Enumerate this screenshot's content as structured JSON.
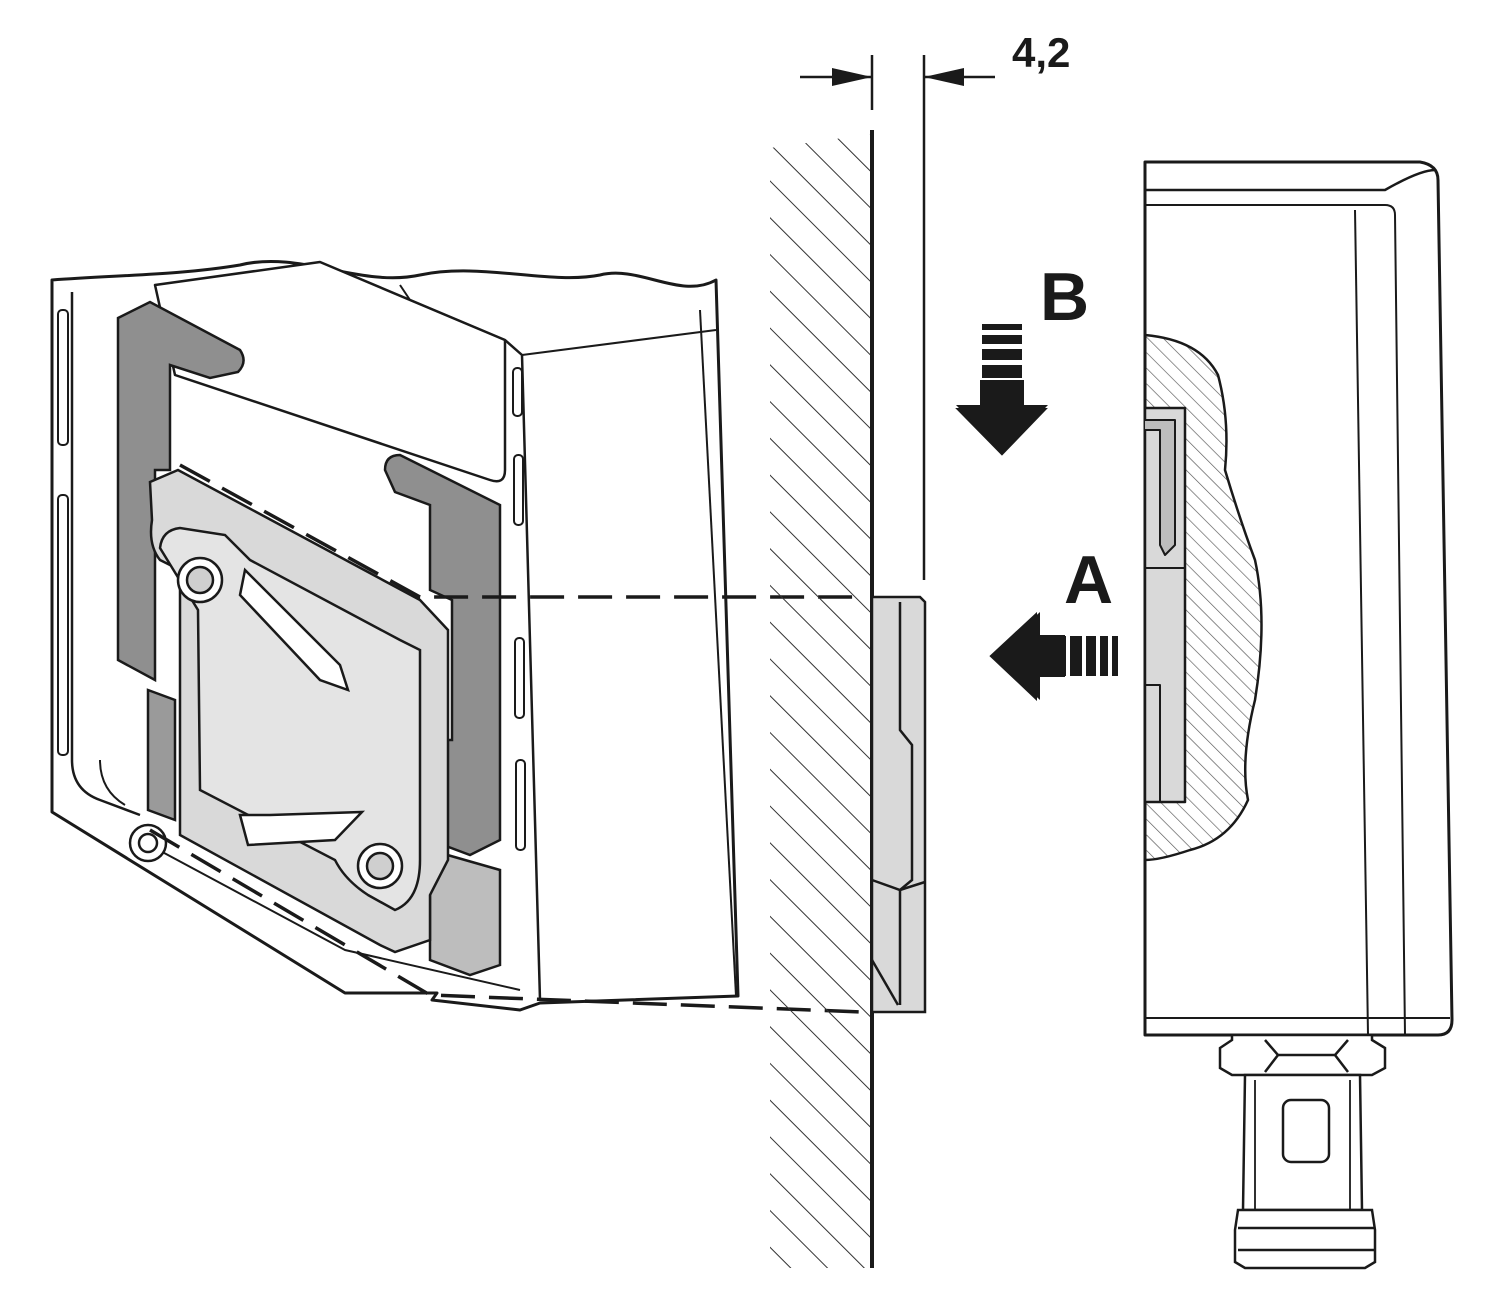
{
  "dimension": {
    "value": "4,2"
  },
  "steps": {
    "a": "A",
    "b": "B"
  },
  "colors": {
    "line": "#1a1a1a",
    "part_gray": "#d9d9d9",
    "dark_gray": "#8f8f8f",
    "mid_gray": "#bdbdbd",
    "hatch": "#333333"
  },
  "icons": {
    "arrow_a": "arrow-left-icon",
    "arrow_b": "arrow-down-icon"
  }
}
